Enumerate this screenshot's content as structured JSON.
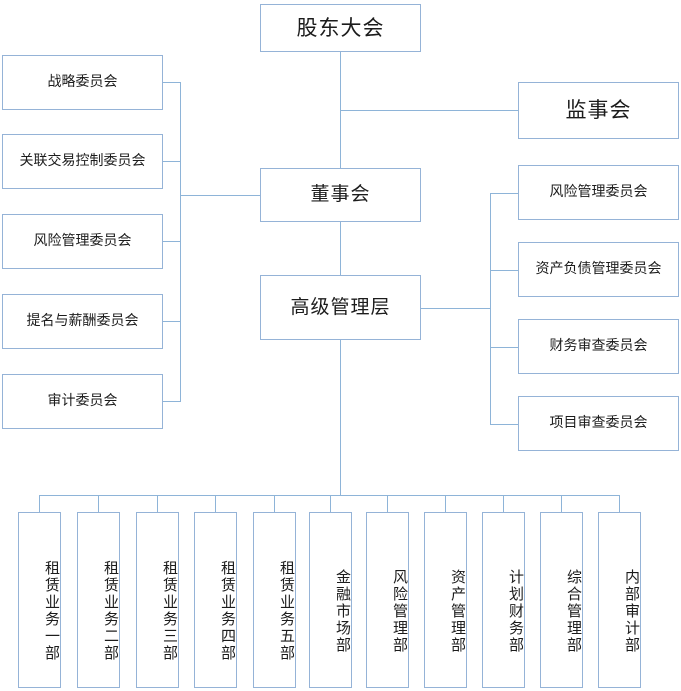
{
  "diagram": {
    "title_node": "股东大会",
    "type": "organizational-chart",
    "accent_color": "#95b3d7",
    "line_color": "#8eb4d8",
    "background": "#ffffff"
  },
  "top": {
    "shareholders_meeting": "股东大会"
  },
  "center": {
    "board_of_directors": "董事会",
    "senior_management": "高级管理层"
  },
  "right_top": {
    "supervisory_board": "监事会"
  },
  "left_committees": [
    {
      "label": "战略委员会"
    },
    {
      "label": "关联交易控制委员会"
    },
    {
      "label": "风险管理委员会"
    },
    {
      "label": "提名与薪酬委员会"
    },
    {
      "label": "审计委员会"
    }
  ],
  "right_committees": [
    {
      "label": "风险管理委员会"
    },
    {
      "label": "资产负债管理委员会"
    },
    {
      "label": "财务审查委员会"
    },
    {
      "label": "项目审查委员会"
    }
  ],
  "departments": [
    {
      "label": "租赁业务一部"
    },
    {
      "label": "租赁业务二部"
    },
    {
      "label": "租赁业务三部"
    },
    {
      "label": "租赁业务四部"
    },
    {
      "label": "租赁业务五部"
    },
    {
      "label": "金融市场部"
    },
    {
      "label": "风险管理部"
    },
    {
      "label": "资产管理部"
    },
    {
      "label": "计划财务部"
    },
    {
      "label": "综合管理部"
    },
    {
      "label": "内部审计部"
    }
  ]
}
